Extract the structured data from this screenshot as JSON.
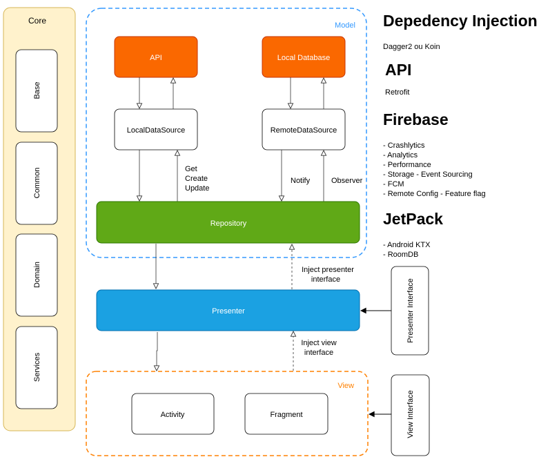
{
  "core": {
    "title": "Core",
    "items": [
      "Base",
      "Common",
      "Domain",
      "Services"
    ]
  },
  "model": {
    "title": "Model",
    "api": "API",
    "local_database": "Local Database",
    "local_data_source": "LocalDataSource",
    "remote_data_source": "RemoteDataSource",
    "get_create_update": [
      "Get",
      "Create",
      "Update"
    ],
    "notify": "Notify",
    "observer": "Observer",
    "repository": "Repository"
  },
  "presenter": {
    "label": "Presenter",
    "inject_presenter_interface": [
      "Inject presenter",
      "interface"
    ],
    "inject_view_interface": [
      "Inject view",
      "interface"
    ]
  },
  "view": {
    "title": "View",
    "activity": "Activity",
    "fragment": "Fragment"
  },
  "interfaces": {
    "presenter_interface": "Presenter Interface",
    "view_interface": "View Interface"
  },
  "notes": {
    "dependency_injection": {
      "title": "Depedency Injection",
      "items": [
        "Dagger2 ou Koin"
      ]
    },
    "api": {
      "title": "API",
      "items": [
        "Retrofit"
      ]
    },
    "firebase": {
      "title": "Firebase",
      "items": [
        "- Crashlytics",
        "- Analytics",
        "- Performance",
        "- Storage - Event Sourcing",
        "- FCM",
        "- Remote Config - Feature flag"
      ]
    },
    "jetpack": {
      "title": "JetPack",
      "items": [
        "- Android KTX",
        "- RoomDB"
      ]
    }
  },
  "colors": {
    "orange": "#fa6800",
    "orange_border": "#c73500",
    "green": "#60a917",
    "green_border": "#2d7600",
    "blue": "#1ba1e2",
    "blue_border": "#006eaf",
    "core_fill": "#fff2cc",
    "core_border": "#d6b656",
    "model_dash": "#3399ff",
    "view_dash": "#ff8000"
  }
}
